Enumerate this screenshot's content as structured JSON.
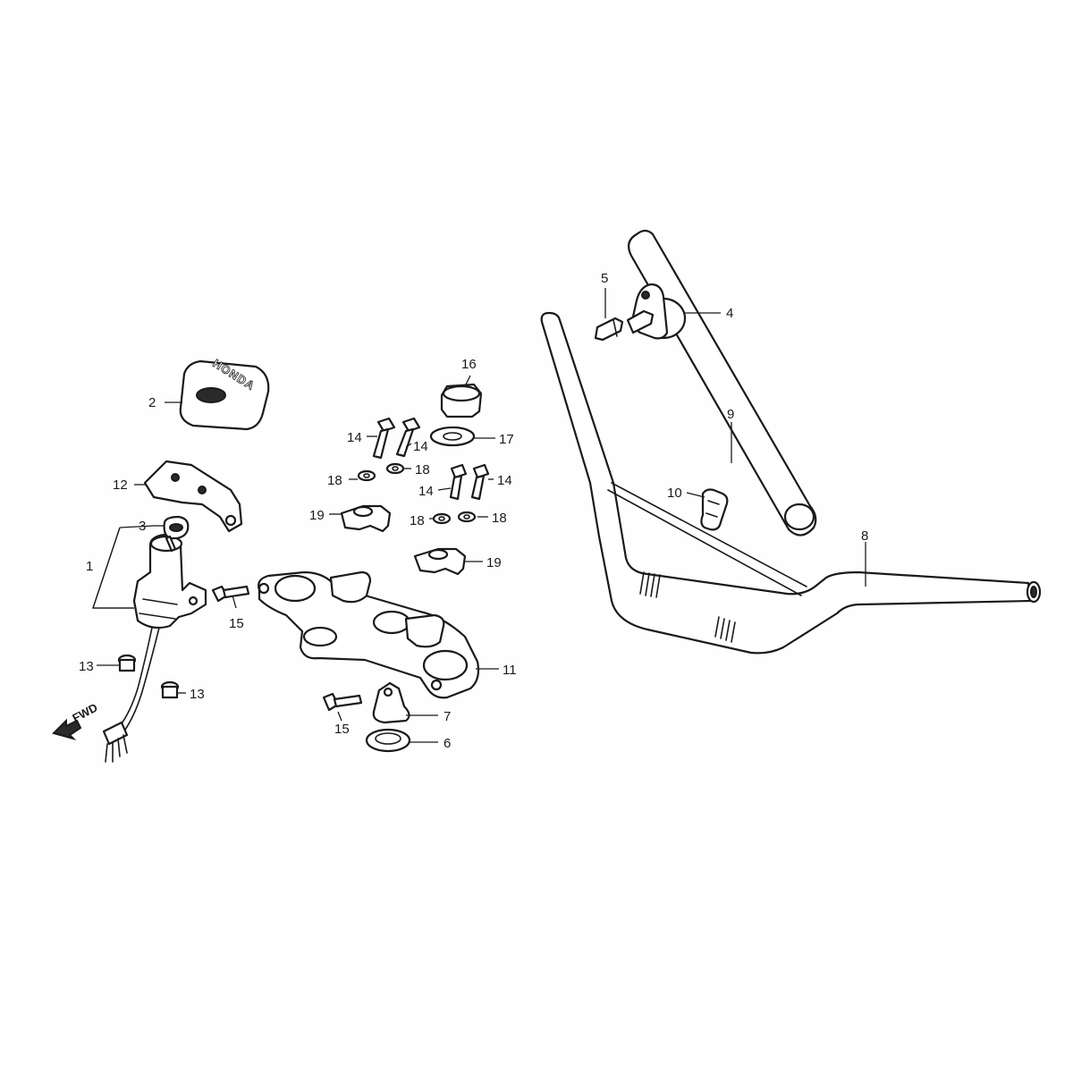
{
  "diagram": {
    "brand_mark": "HONDA",
    "direction_label": "FWD",
    "callouts": {
      "c1": "1",
      "c2": "2",
      "c3": "3",
      "c4": "4",
      "c5": "5",
      "c6": "6",
      "c7": "7",
      "c8": "8",
      "c9": "9",
      "c10": "10",
      "c11": "11",
      "c12": "12",
      "c13a": "13",
      "c13b": "13",
      "c14a": "14",
      "c14b": "14",
      "c14c": "14",
      "c14d": "14",
      "c15a": "15",
      "c15b": "15",
      "c16": "16",
      "c17": "17",
      "c18a": "18",
      "c18b": "18",
      "c18c": "18",
      "c18d": "18",
      "c19a": "19",
      "c19b": "19"
    }
  }
}
